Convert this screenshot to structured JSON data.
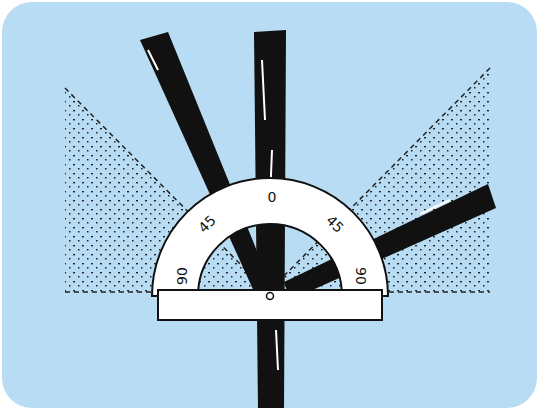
{
  "diagram": {
    "labels": [
      "0",
      "45",
      "45",
      "90",
      "90"
    ]
  }
}
